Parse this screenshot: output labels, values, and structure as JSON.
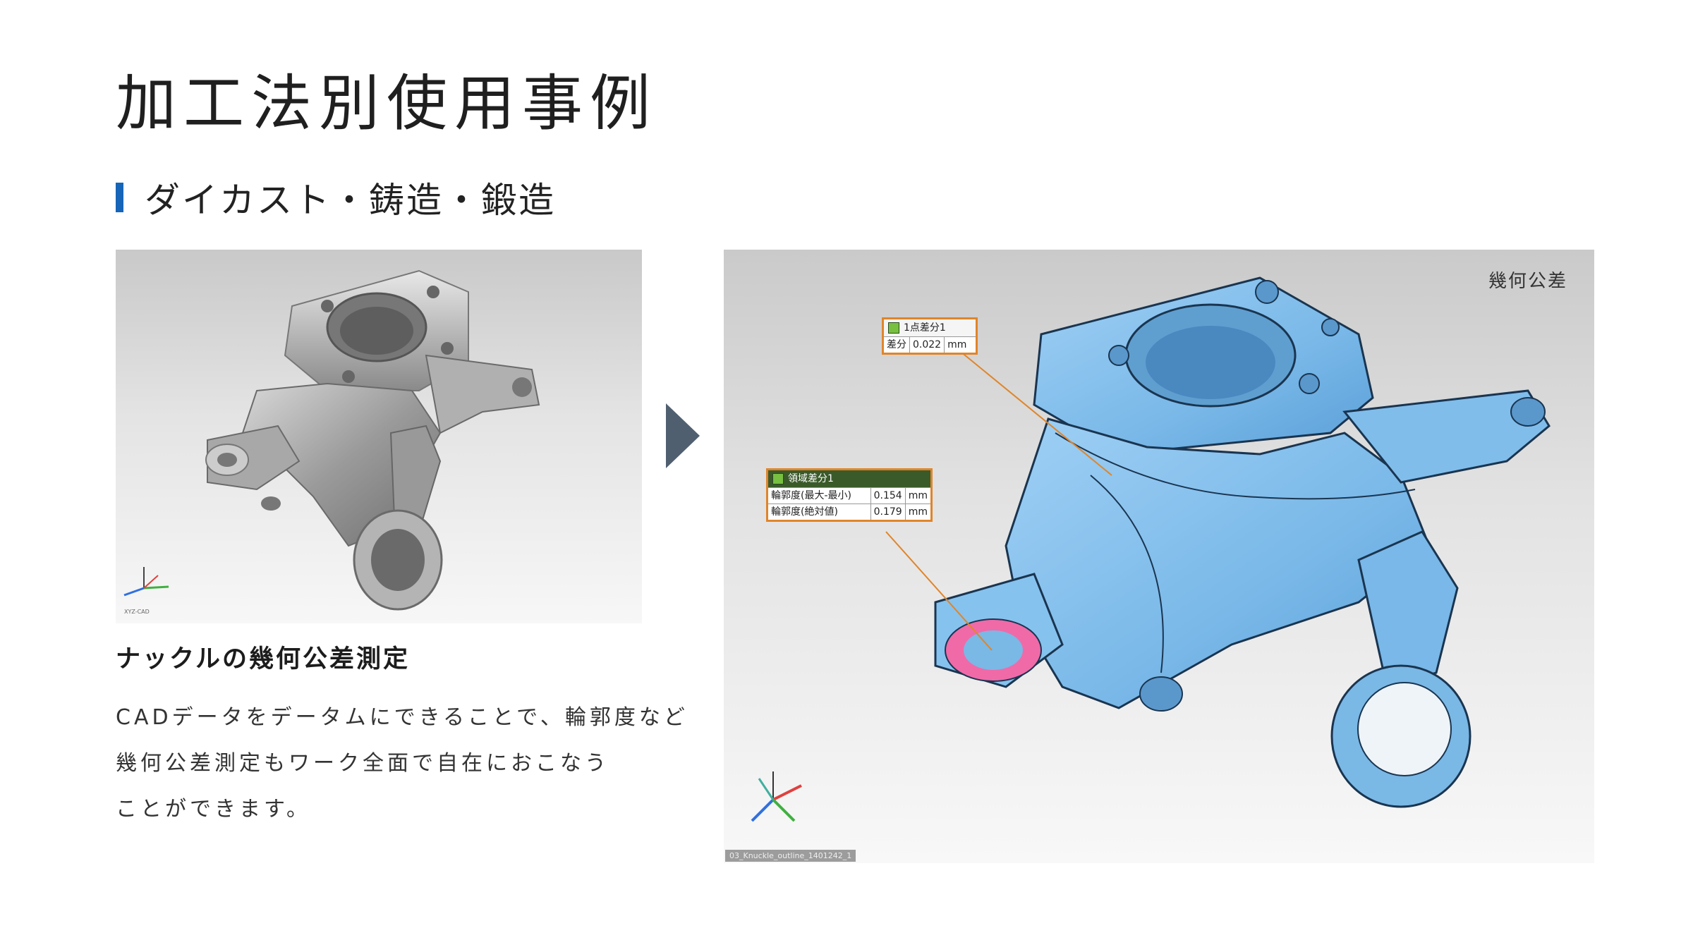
{
  "page": {
    "title": "加工法別使用事例",
    "section_title": "ダイカスト・鋳造・鍛造"
  },
  "left_panel": {
    "caption_title": "ナックルの幾何公差測定",
    "body_lines": [
      "CADデータをデータムにできることで、輪郭度など",
      "幾何公差測定もワーク全面で自在におこなう",
      "ことができます。"
    ],
    "file_label": "XYZ-CAD"
  },
  "right_panel": {
    "corner_label": "幾何公差",
    "callout_point": {
      "title": "1点差分1",
      "row_label": "差分",
      "row_value": "0.022",
      "row_unit": "mm"
    },
    "callout_area": {
      "title": "領域差分1",
      "rows": [
        {
          "label": "輪郭度(最大-最小)",
          "value": "0.154",
          "unit": "mm"
        },
        {
          "label": "輪郭度(絶対値)",
          "value": "0.179",
          "unit": "mm"
        }
      ]
    },
    "file_label": "03_Knuckle_outline_1401242_1"
  },
  "colors": {
    "accent": "#1765b8",
    "arrow": "#4f5f70",
    "part_blue": "#79b8e8",
    "callout_border": "#e0852a",
    "callout_header": "#3a5a2a",
    "highlight_pink": "#f06aa8"
  },
  "icons": [
    "chevron-right-icon",
    "axis-triad-icon"
  ]
}
